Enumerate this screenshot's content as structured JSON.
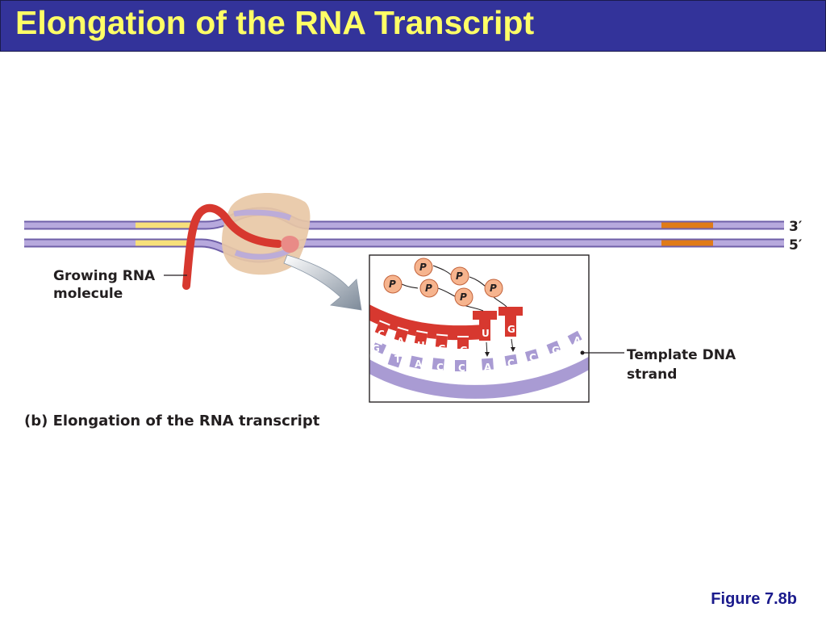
{
  "slide": {
    "title": "Elongation of the RNA Transcript",
    "figure_number": "Figure 7.8b"
  },
  "diagram": {
    "end_label_top": "3′",
    "end_label_bottom": "5′",
    "label_rna": [
      "Growing RNA",
      "molecule"
    ],
    "label_template": [
      "Template DNA",
      "strand"
    ],
    "caption": "(b) Elongation of the RNA transcript",
    "phosphate_symbol": "P",
    "rna_bases": [
      "C",
      "A",
      "U",
      "G",
      "G"
    ],
    "dna_bases": [
      "G",
      "T",
      "A",
      "C",
      "C",
      "A",
      "C",
      "C",
      "G",
      "A"
    ],
    "incoming_nucleotides": [
      "U",
      "G"
    ],
    "colors": {
      "title_bg": "#33339a",
      "title_text": "#ffff66",
      "dna": "#a99bd3",
      "rna": "#d7382f",
      "polymerase": "#e8c8a6",
      "promoter_highlight": "#f7e07a",
      "terminator_highlight": "#e07b18",
      "phosphate": "#f6b48e"
    }
  }
}
